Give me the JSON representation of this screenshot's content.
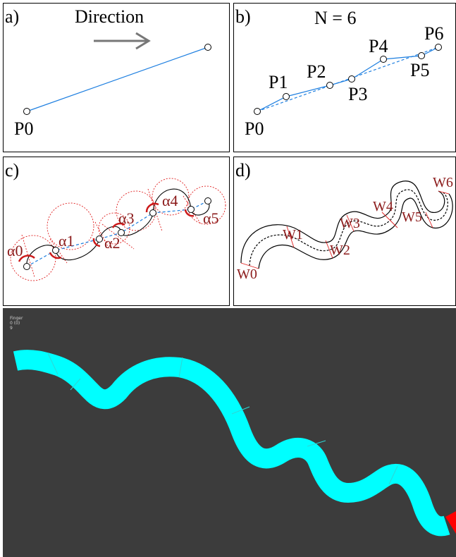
{
  "panel_a": {
    "tag": "a)",
    "direction_label": "Direction",
    "point_label": "P0"
  },
  "panel_b": {
    "tag": "b)",
    "n_label": "N = 6",
    "points": [
      "P0",
      "P1",
      "P2",
      "P3",
      "P4",
      "P5",
      "P6"
    ]
  },
  "panel_c": {
    "tag": "c)",
    "angle_labels": [
      "α0",
      "α1",
      "α2",
      "α3",
      "α4",
      "α5"
    ]
  },
  "panel_d": {
    "tag": "d)",
    "width_labels": [
      "W0",
      "W1",
      "W2",
      "W3",
      "W4",
      "W5",
      "W6"
    ]
  },
  "screen": {
    "overlay_lines": [
      "Finger",
      "0 (0)",
      "9"
    ],
    "background_color": "#3c3c3c",
    "stroke_color": "#00ffff",
    "tip_color": "#ff0000"
  },
  "colors": {
    "line_blue": "#1e7fe0",
    "angle_red": "#cc1a1a",
    "label_darkred": "#8b1a1a"
  }
}
